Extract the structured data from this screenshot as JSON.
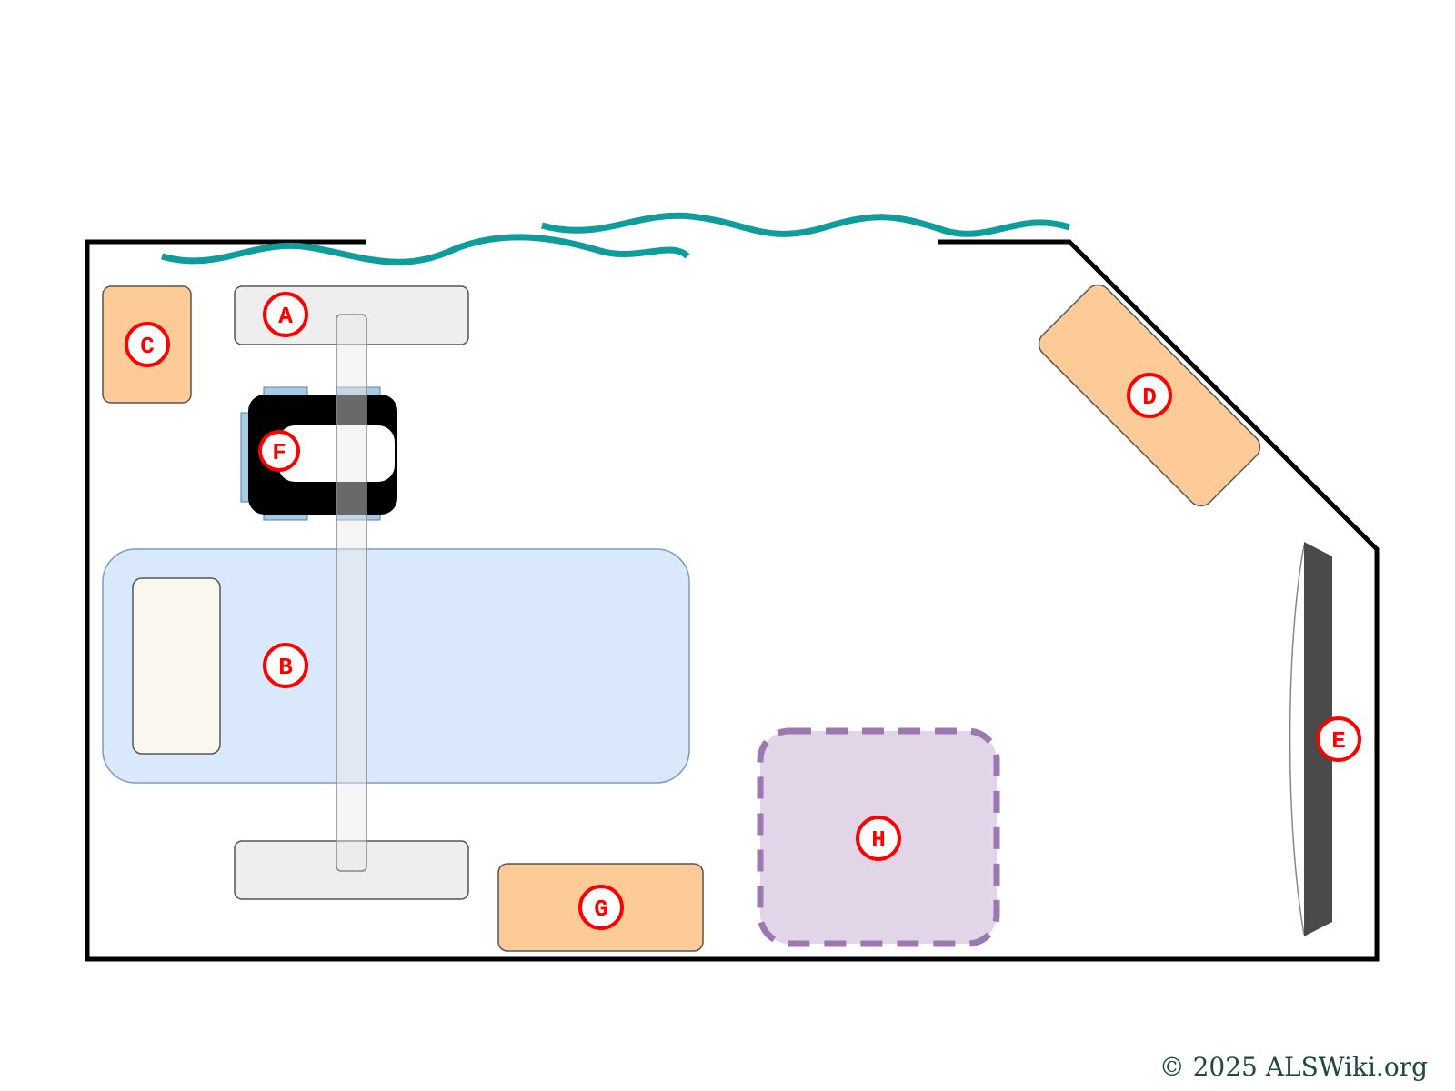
{
  "colors": {
    "wall": "#000000",
    "curtain": "#0e9c9c",
    "furniture_orange": "#fdcb98",
    "table_gray": "#eeeeee",
    "bed_blue": "#d9e8fa",
    "pillow": "#f9f7ee",
    "rug_purple": "#e2d5e8",
    "rug_border": "#9b79b0",
    "tv": "#4a4a4a",
    "marker_red": "#ff0000",
    "wheelchair": "#000000",
    "wheelchair_wheel": "#a6cbe6"
  },
  "markers": {
    "A": "A",
    "B": "B",
    "C": "C",
    "D": "D",
    "E": "E",
    "F": "F",
    "G": "G",
    "H": "H"
  },
  "footer": {
    "copyright": "© 2025 ALSWiki.org"
  }
}
